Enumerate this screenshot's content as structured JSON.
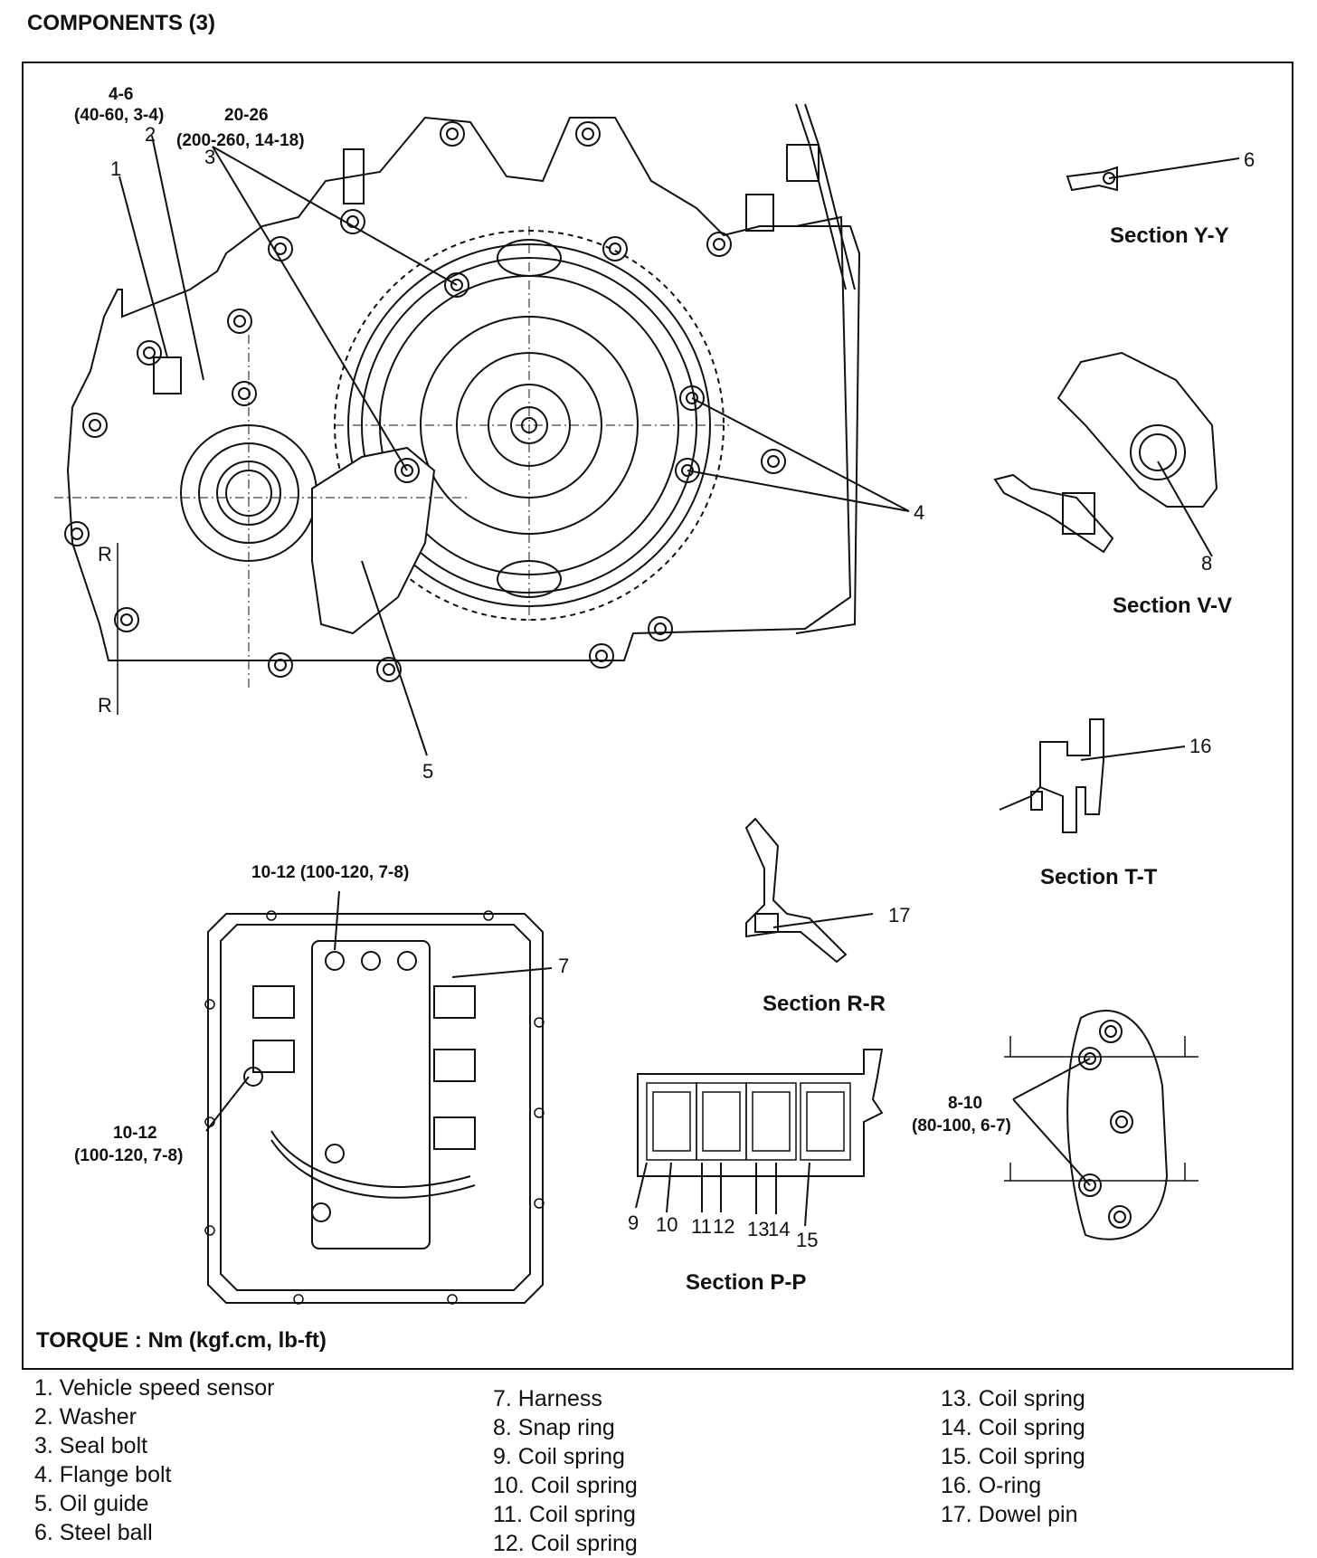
{
  "title": "COMPONENTS (3)",
  "torque_note": "TORQUE : Nm (kgf.cm, lb-ft)",
  "torque_specs": {
    "t1_a": "4-6",
    "t1_b": "(40-60, 3-4)",
    "t2_a": "20-26",
    "t2_b": "(200-260, 14-18)",
    "t3": "10-12 (100-120, 7-8)",
    "t4_a": "10-12",
    "t4_b": "(100-120, 7-8)",
    "t5_a": "8-10",
    "t5_b": "(80-100, 6-7)"
  },
  "sections": {
    "yy": "Section Y-Y",
    "vv": "Section V-V",
    "tt": "Section T-T",
    "rr": "Section R-R",
    "pp": "Section P-P"
  },
  "callouts": [
    "1",
    "2",
    "3",
    "4",
    "5",
    "6",
    "7",
    "8",
    "9",
    "10",
    "11",
    "12",
    "13",
    "14",
    "15",
    "16",
    "17"
  ],
  "legend": {
    "col1": [
      "1.  Vehicle speed sensor",
      "2.  Washer",
      "3.  Seal bolt",
      "4.  Flange bolt",
      "5.  Oil guide",
      "6.  Steel ball"
    ],
    "col2": [
      "7.  Harness",
      "8.  Snap ring",
      "9.  Coil spring",
      "10.  Coil spring",
      "11.  Coil spring",
      "12.  Coil spring"
    ],
    "col3": [
      "13.  Coil spring",
      "14.  Coil spring",
      "15.  Coil spring",
      "16.  O-ring",
      "17.  Dowel pin"
    ]
  }
}
